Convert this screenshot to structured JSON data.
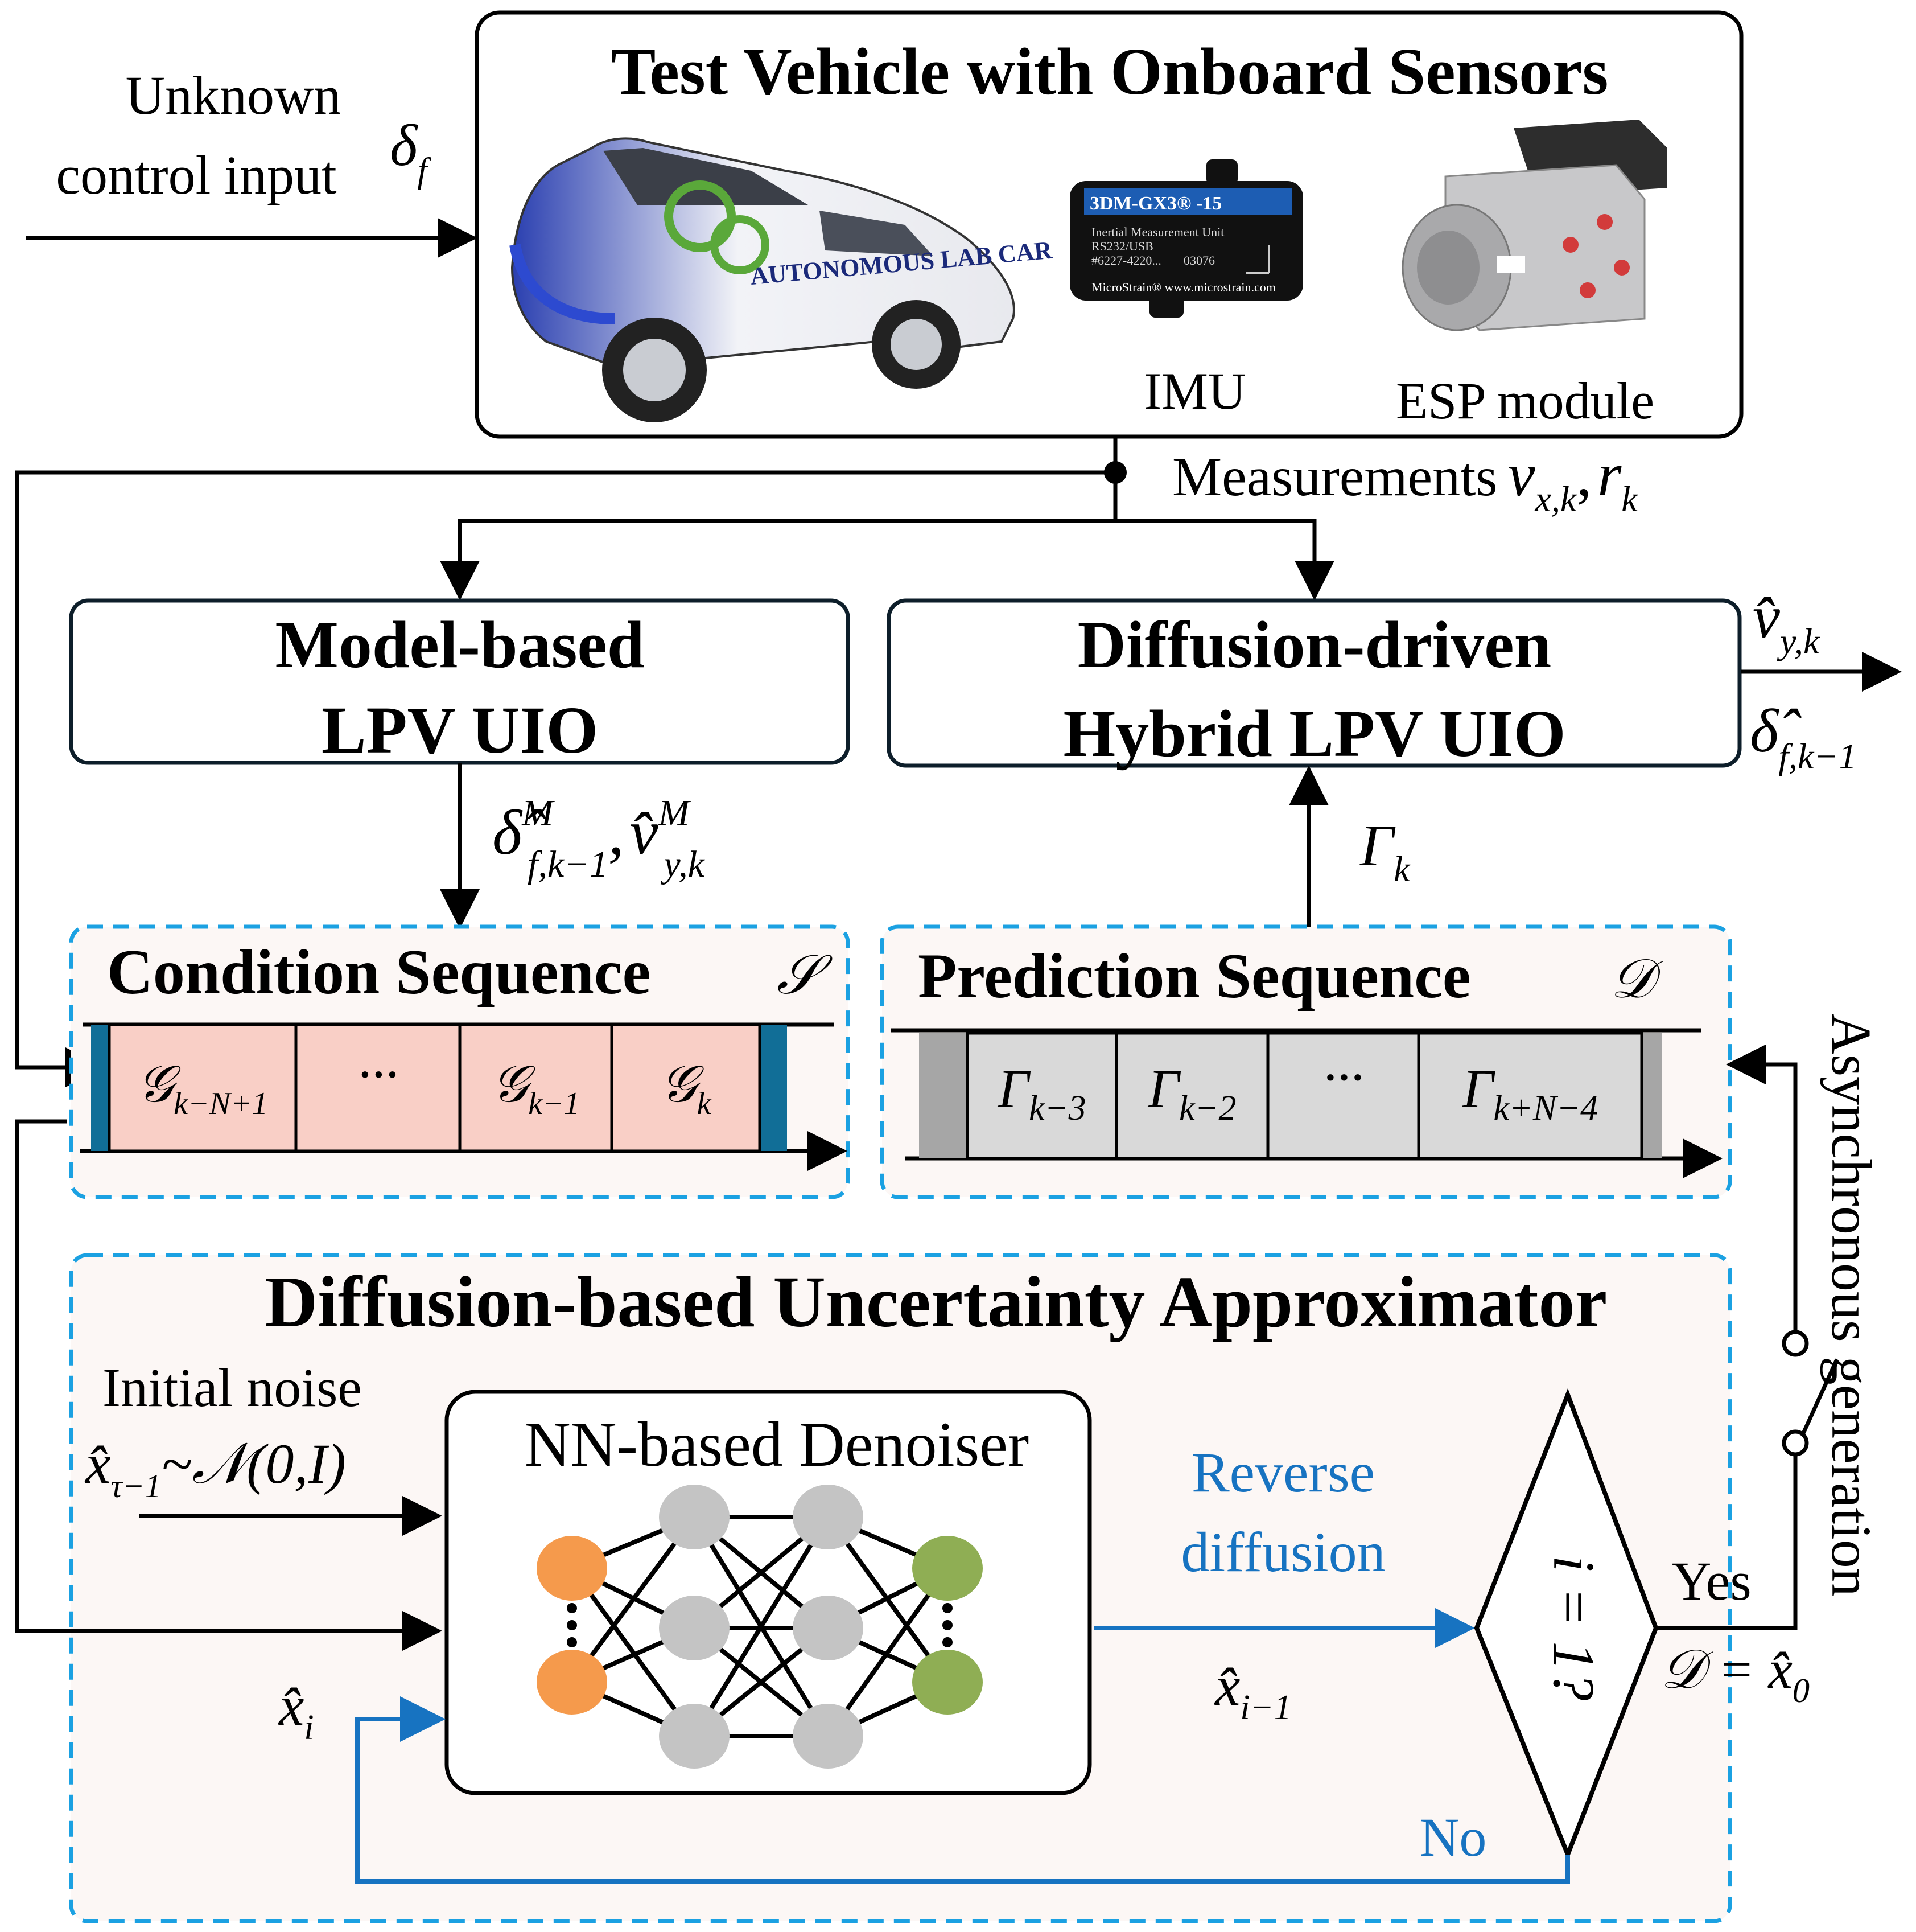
{
  "title": "Test Vehicle with Onboard Sensors",
  "input": {
    "line1": "Unknown",
    "line2": "control input",
    "symbol": "δ",
    "symbol_sub": "f"
  },
  "sensors": {
    "car_text": "AUTONOMOUS LAB CAR",
    "imu_label": "IMU",
    "imu_device": {
      "model": "3DM-GX3® -15",
      "line1": "Inertial Measurement Unit",
      "line2": "RS232/USB",
      "serial": "#6227-4220...",
      "serial2": "03076",
      "brand": "MicroStrain® www.microstrain.com"
    },
    "esp_label": "ESP module"
  },
  "measurements": {
    "prefix": "Measurements",
    "v": "v",
    "v_sub": "x,k",
    "comma": ",",
    "r": "r",
    "r_sub": "k"
  },
  "blocks": {
    "model_based": {
      "line1": "Model-based",
      "line2": "LPV UIO"
    },
    "diffusion_driven": {
      "line1": "Diffusion-driven",
      "line2": "Hybrid LPV UIO"
    }
  },
  "outputs": {
    "v_hat": "v̂",
    "v_sub": "y,k",
    "delta_hat": "δ̂",
    "delta_sub": "f,k−1"
  },
  "model_outputs": {
    "delta": "δ̂",
    "delta_sup": "M",
    "delta_sub": "f,k−1",
    "comma": ",",
    "v": "v̂",
    "v_sup": "M",
    "v_sub": "y,k"
  },
  "gamma_k": {
    "base": "Γ",
    "sub": "k"
  },
  "condition_sequence": {
    "title": "Condition Sequence",
    "symbol": "𝒮",
    "cells": [
      {
        "base": "𝒢",
        "sub": "k−N+1"
      },
      {
        "base": "···",
        "sub": ""
      },
      {
        "base": "𝒢",
        "sub": "k−1"
      },
      {
        "base": "𝒢",
        "sub": "k"
      }
    ]
  },
  "prediction_sequence": {
    "title": "Prediction Sequence",
    "symbol": "𝒟",
    "cells": [
      {
        "base": "Γ",
        "sub": "k−3"
      },
      {
        "base": "Γ",
        "sub": "k−2"
      },
      {
        "base": "···",
        "sub": ""
      },
      {
        "base": "Γ",
        "sub": "k+N−4"
      }
    ]
  },
  "approximator": {
    "title": "Diffusion-based Uncertainty Approximator",
    "noise_label": "Initial noise",
    "noise_formula": {
      "x": "x̂",
      "sub": "τ−1",
      "rest": "~𝒩(0,I)"
    },
    "denoiser_title": "NN-based Denoiser",
    "reverse_line1": "Reverse",
    "reverse_line2": "diffusion",
    "x_prev": {
      "x": "x̂",
      "sub": "i−1"
    },
    "x_i": {
      "x": "x̂",
      "sub": "i"
    },
    "decision": "i = 1?",
    "yes": "Yes",
    "no": "No",
    "d_eq": {
      "lhs": "𝒟 = x̂",
      "sub": "0"
    },
    "async": "Asynchronous generation"
  },
  "colors": {
    "dashed_border": "#1BA1E2",
    "panel_fill": "#FCF7F5",
    "condition_cell": "#F9CFC6",
    "condition_end": "#116E97",
    "prediction_cell": "#D9D9D9",
    "prediction_end": "#A6A6A6",
    "blue_flow": "#1773C1",
    "neuron_orange": "#F59A4C",
    "neuron_gray": "#C4C4C4",
    "neuron_green": "#8FAE54"
  }
}
